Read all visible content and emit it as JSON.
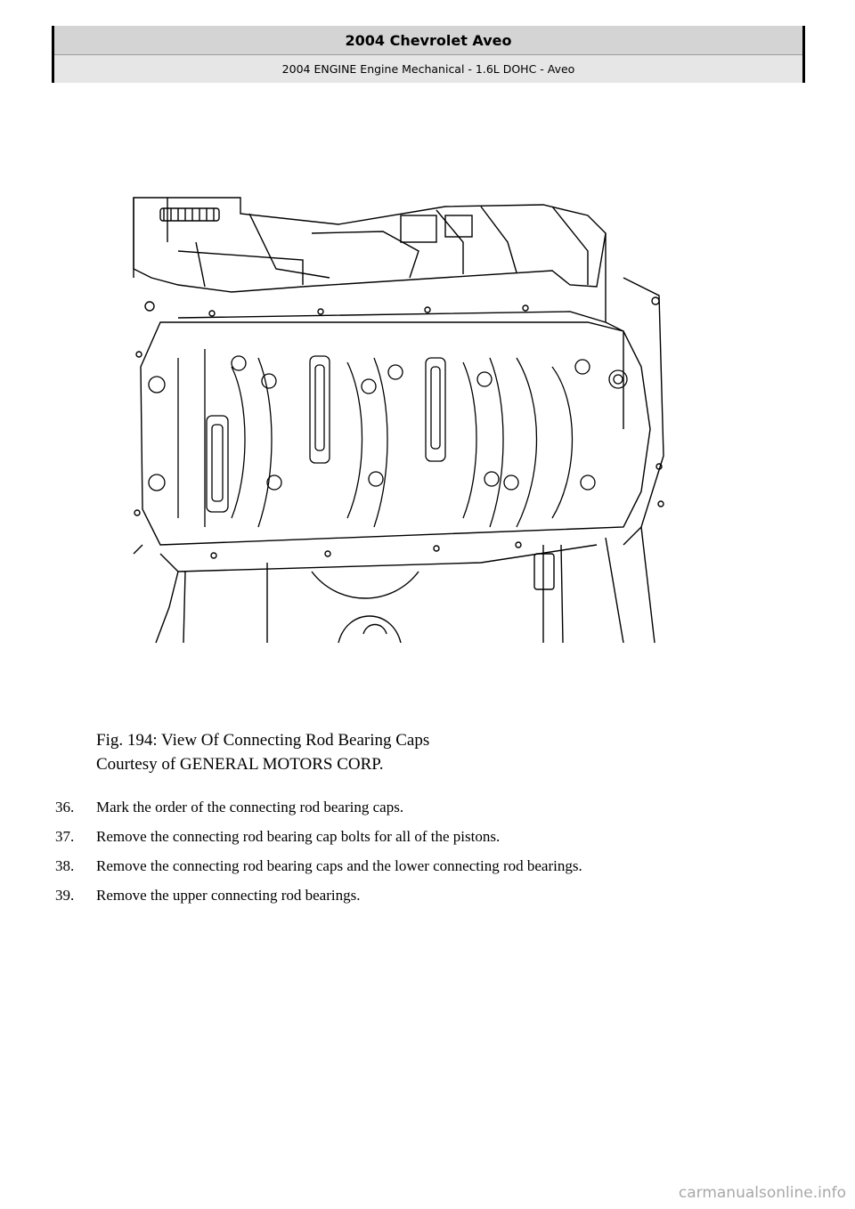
{
  "header": {
    "title": "2004 Chevrolet Aveo",
    "subtitle": "2004 ENGINE Engine Mechanical - 1.6L DOHC - Aveo"
  },
  "figure": {
    "caption": "Fig. 194: View Of Connecting Rod Bearing Caps",
    "courtesy": "Courtesy of GENERAL MOTORS CORP."
  },
  "steps": [
    {
      "num": "36.",
      "text": "Mark the order of the connecting rod bearing caps."
    },
    {
      "num": "37.",
      "text": "Remove the connecting rod bearing cap bolts for all of the pistons."
    },
    {
      "num": "38.",
      "text": "Remove the connecting rod bearing caps and the lower connecting rod bearings."
    },
    {
      "num": "39.",
      "text": "Remove the upper connecting rod bearings."
    }
  ],
  "watermark": "carmanualsonline.info"
}
